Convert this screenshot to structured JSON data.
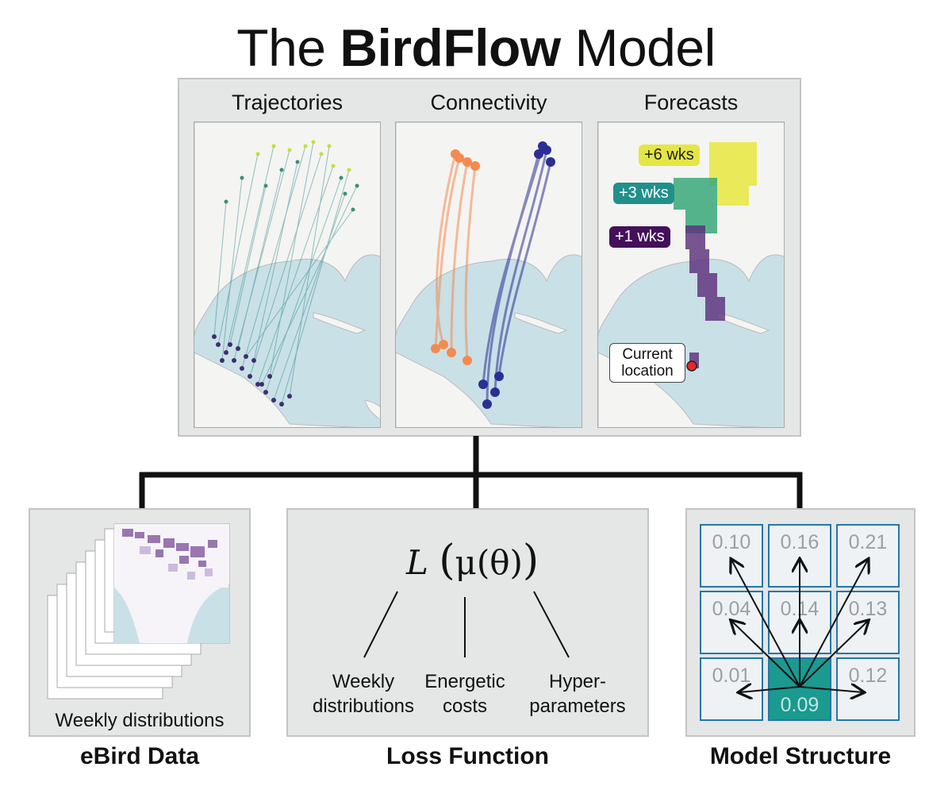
{
  "title": {
    "prefix": "The",
    "bold": "BirdFlow",
    "suffix": "Model"
  },
  "top_panel": {
    "maps": [
      {
        "label": "Trajectories"
      },
      {
        "label": "Connectivity"
      },
      {
        "label": "Forecasts"
      }
    ],
    "forecast_tags": [
      {
        "text": "+6 wks",
        "color": "#e4e645"
      },
      {
        "text": "+3 wks",
        "color": "#21908d"
      },
      {
        "text": "+1 wks",
        "color": "#44105a"
      }
    ],
    "current_location": "Current\nlocation"
  },
  "ebird": {
    "caption": "eBird Data",
    "inner_label": "Weekly distributions"
  },
  "loss": {
    "caption": "Loss Function",
    "formula_L": "L",
    "formula_arg": "μ(θ)",
    "terms": [
      {
        "line1": "Weekly",
        "line2": "distributions"
      },
      {
        "line1": "Energetic",
        "line2": "costs"
      },
      {
        "line1": "Hyper-",
        "line2": "parameters"
      }
    ]
  },
  "structure": {
    "caption": "Model Structure",
    "cells": [
      "0.10",
      "0.16",
      "0.21",
      "0.04",
      "0.14",
      "0.13",
      "0.01",
      "0.09",
      "0.12"
    ]
  }
}
